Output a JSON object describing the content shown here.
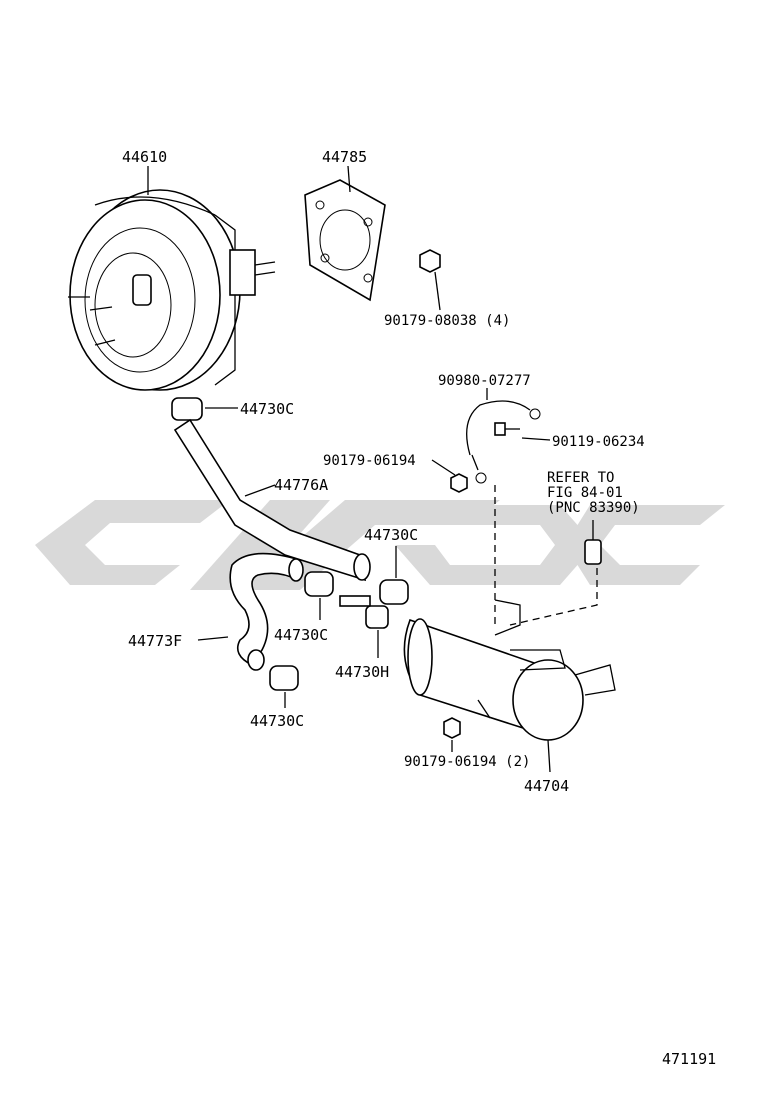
{
  "callouts": {
    "booster": "44610",
    "gasket": "44785",
    "nut_4": "90179-08038 (4)",
    "wire": "90980-07277",
    "bolt": "90119-06234",
    "nut_wire": "90179-06194",
    "clamp_top": "44730C",
    "hose_a": "44776A",
    "clamp_right": "44730C",
    "clamp_mid": "44730C",
    "hose_f": "44773F",
    "check_valve": "44730H",
    "clamp_bottom": "44730C",
    "nut_2": "90179-06194 (2)",
    "pump": "44704"
  },
  "refer": {
    "line1": "REFER TO",
    "line2": "FIG 84-01",
    "line3": "(PNC 83390)"
  },
  "figure_number": "471191",
  "watermark": {
    "color": "#d9d9d9"
  }
}
